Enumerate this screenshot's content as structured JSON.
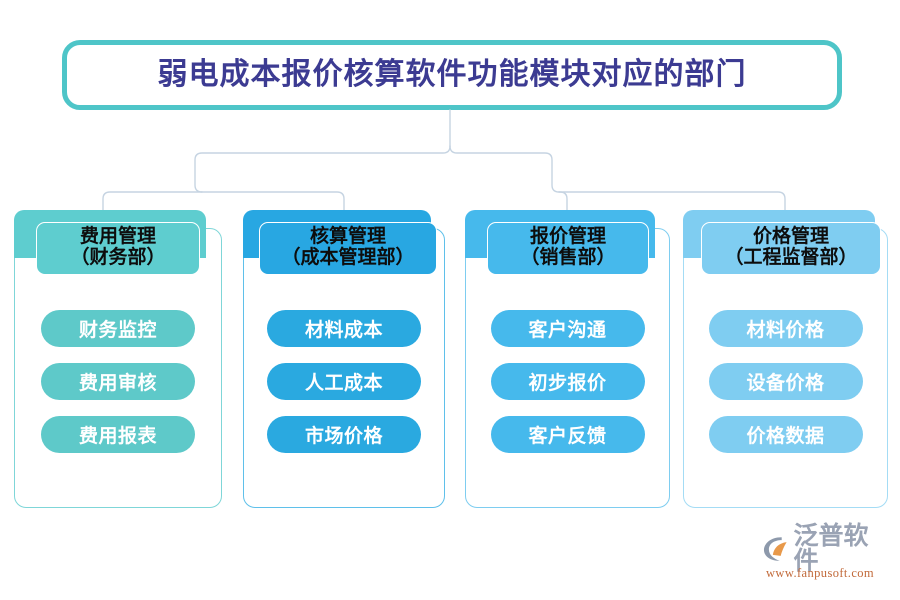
{
  "title": {
    "text": "弱电成本报价核算软件功能模块对应的部门",
    "border_color": "#4ec5c8",
    "text_color": "#3c3b92"
  },
  "columns": [
    {
      "id": "cost-expense",
      "title_line1": "费用管理",
      "title_line2": "（财务部）",
      "header_color": "#5ecdcf",
      "pill_color": "#5ec9c9",
      "border_color": "#7fd6d8",
      "items": [
        {
          "label": "财务监控"
        },
        {
          "label": "费用审核"
        },
        {
          "label": "费用报表"
        }
      ]
    },
    {
      "id": "accounting",
      "title_line1": "核算管理",
      "title_line2": "（成本管理部）",
      "header_color": "#28a7e2",
      "pill_color": "#2aa9e0",
      "border_color": "#5fc0ea",
      "items": [
        {
          "label": "材料成本"
        },
        {
          "label": "人工成本"
        },
        {
          "label": "市场价格"
        }
      ]
    },
    {
      "id": "quotation",
      "title_line1": "报价管理",
      "title_line2": "（销售部）",
      "header_color": "#46b9ec",
      "pill_color": "#46b9ec",
      "border_color": "#7ecdf0",
      "items": [
        {
          "label": "客户沟通"
        },
        {
          "label": "初步报价"
        },
        {
          "label": "客户反馈"
        }
      ]
    },
    {
      "id": "pricing",
      "title_line1": "价格管理",
      "title_line2": "（工程监督部）",
      "header_color": "#7fcdf1",
      "pill_color": "#7fcdf1",
      "border_color": "#a4dcf5",
      "items": [
        {
          "label": "材料价格"
        },
        {
          "label": "设备价格"
        },
        {
          "label": "价格数据"
        }
      ]
    }
  ],
  "connector": {
    "color": "#c6d4e2"
  },
  "logo": {
    "brand": "泛普软件",
    "url": "www.fanpusoft.com",
    "brand_color": "#9aa3b4",
    "url_color": "#c26a3a",
    "mark_name": "fanpu-swoosh-logo"
  }
}
